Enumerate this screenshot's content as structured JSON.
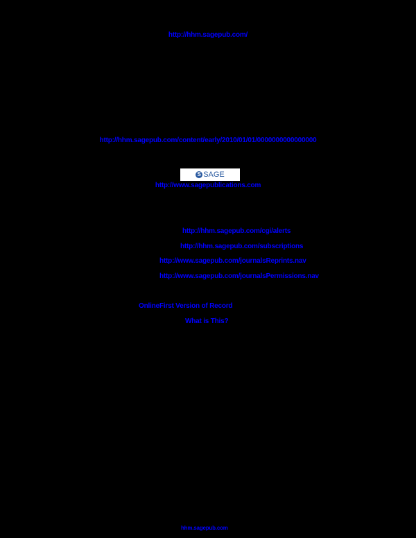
{
  "page": {
    "background": "#000000",
    "link_color": "#0000ff"
  },
  "header": {
    "journal_url": "http://hhm.sagepub.com/"
  },
  "article": {
    "doi_url": "http://hhm.sagepub.com/content/early/2010/01/01/0000000000000000"
  },
  "publisher": {
    "logo_text": "SAGE",
    "logo_icon": "sage-s-icon",
    "url": "http://www.sagepublications.com"
  },
  "links": {
    "email_alerts": "http://hhm.sagepub.com/cgi/alerts",
    "subscriptions": "http://hhm.sagepub.com/subscriptions",
    "reprints": "http://www.sagepub.com/journalsReprints.nav",
    "permissions": "http://www.sagepub.com/journalsPermissions.nav"
  },
  "version": {
    "online_first": "OnlineFirst Version of Record",
    "what_is_this": "What is This?"
  },
  "footer": {
    "url": "hhm.sagepub.com"
  }
}
